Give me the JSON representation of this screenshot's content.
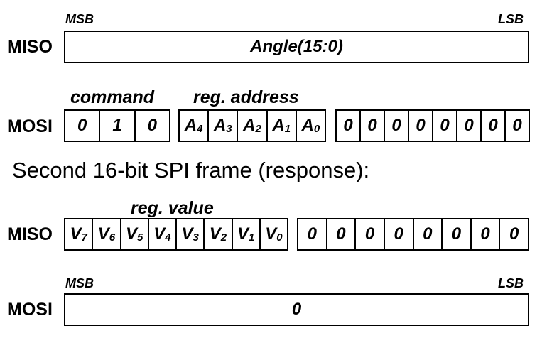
{
  "frame1": {
    "miso": {
      "signal": "MISO",
      "msb": "MSB",
      "lsb": "LSB",
      "content": "Angle(15:0)"
    },
    "mosi": {
      "signal": "MOSI",
      "command_label": "command",
      "address_label": "reg. address",
      "command_bits": [
        "0",
        "1",
        "0"
      ],
      "address_bits": [
        {
          "b": "A",
          "s": "4"
        },
        {
          "b": "A",
          "s": "3"
        },
        {
          "b": "A",
          "s": "2"
        },
        {
          "b": "A",
          "s": "1"
        },
        {
          "b": "A",
          "s": "0"
        }
      ],
      "zero_bits": [
        "0",
        "0",
        "0",
        "0",
        "0",
        "0",
        "0",
        "0"
      ]
    }
  },
  "heading": "Second 16-bit SPI frame (response):",
  "frame2": {
    "miso": {
      "signal": "MISO",
      "value_label": "reg. value",
      "value_bits": [
        {
          "b": "V",
          "s": "7"
        },
        {
          "b": "V",
          "s": "6"
        },
        {
          "b": "V",
          "s": "5"
        },
        {
          "b": "V",
          "s": "4"
        },
        {
          "b": "V",
          "s": "3"
        },
        {
          "b": "V",
          "s": "2"
        },
        {
          "b": "V",
          "s": "1"
        },
        {
          "b": "V",
          "s": "0"
        }
      ],
      "zero_bits": [
        "0",
        "0",
        "0",
        "0",
        "0",
        "0",
        "0",
        "0"
      ]
    },
    "mosi": {
      "signal": "MOSI",
      "msb": "MSB",
      "lsb": "LSB",
      "content": "0"
    }
  }
}
